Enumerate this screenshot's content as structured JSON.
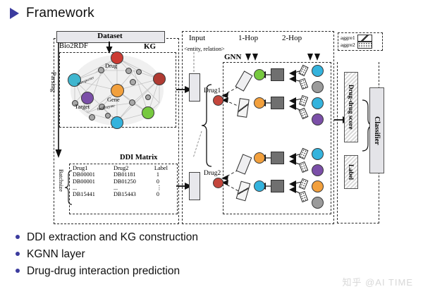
{
  "slide": {
    "title": "Framework",
    "bullet_marker": "triangle-right",
    "accent_color": "#3b3b9e"
  },
  "figure": {
    "dataset_panel": {
      "header": "Dataset",
      "source_label": "Bio2RDF",
      "kg_label": "KG",
      "parsing_label": "Parsing",
      "batchsize_label": "Batchsize",
      "kg_node_labels": [
        "Drug",
        "Gene",
        "Target"
      ],
      "kg_edge_labels": [
        "transporter",
        "hasEnzyme"
      ],
      "kg_node_colors": [
        "#cc3b33",
        "#3fb6cf",
        "#b03a32",
        "#7b4fa8",
        "#f2a03d",
        "#77c93f",
        "#34b3dd",
        "#9b9b9b"
      ],
      "ddi_matrix": {
        "title": "DDI Matrix",
        "columns": [
          "Drug1",
          "Drug2",
          "Label"
        ],
        "rows": [
          [
            "DB00001",
            "DB01181",
            "1"
          ],
          [
            "DB00001",
            "DB01250",
            "0"
          ],
          [
            "...",
            "...",
            "⋮"
          ],
          [
            "DB15441",
            "DB15443",
            "0"
          ]
        ]
      }
    },
    "model_panel": {
      "column_headers": [
        "Input",
        "1-Hop",
        "2-Hop"
      ],
      "input_tuple_label": "<entity, relation>",
      "gnn_label": "GNN",
      "drug_labels": [
        "Drug1",
        "Drug2"
      ],
      "hop1_node_colors": [
        "#77c93f",
        "#f2a03d",
        "#f2a03d",
        "#34b3dd"
      ],
      "hop2_node_colors": [
        "#34b3dd",
        "#9b9b9b",
        "#34b3dd",
        "#7b4fa8",
        "#34b3dd",
        "#7b4fa8",
        "#f2a03d",
        "#9b9b9b"
      ],
      "square_color": "#707070"
    },
    "legend": {
      "items": [
        {
          "label": "aggre1",
          "pattern": "diagonal-line"
        },
        {
          "label": "aggre2",
          "pattern": "dotted"
        }
      ]
    },
    "output_panel": {
      "score_label": "Drug-drug score",
      "label_label": "Label",
      "classifier_label": "Classifier"
    }
  },
  "bullets": [
    "DDI extraction and KG construction",
    "KGNN layer",
    "Drug-drug interaction prediction"
  ],
  "watermark": "知乎 @AI TIME"
}
